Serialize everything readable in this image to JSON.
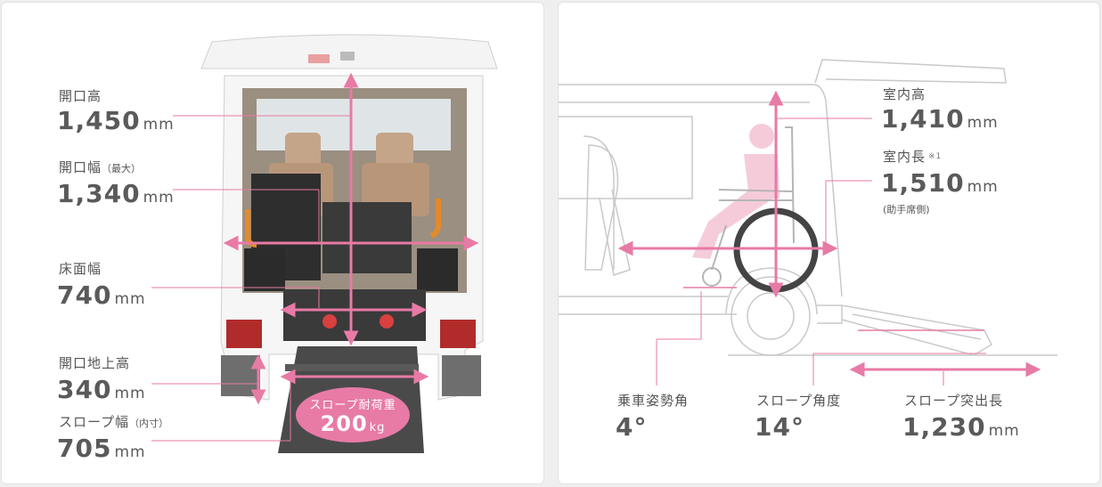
{
  "left": {
    "opening_height": {
      "label": "開口高",
      "value": "1,450",
      "unit": "mm"
    },
    "opening_width": {
      "label": "開口幅",
      "sub": "（最大）",
      "value": "1,340",
      "unit": "mm"
    },
    "floor_width": {
      "label": "床面幅",
      "value": "740",
      "unit": "mm"
    },
    "opening_ground_height": {
      "label": "開口地上高",
      "value": "340",
      "unit": "mm"
    },
    "slope_width": {
      "label": "スロープ幅",
      "sub": "（内寸）",
      "value": "705",
      "unit": "mm"
    },
    "slope_load": {
      "label": "スロープ耐荷重",
      "value": "200",
      "unit": "kg"
    }
  },
  "right": {
    "interior_height": {
      "label": "室内高",
      "value": "1,410",
      "unit": "mm"
    },
    "interior_length": {
      "label": "室内長",
      "note_mark": "※1",
      "value": "1,510",
      "unit": "mm",
      "note": "(助手席側)"
    },
    "riding_angle": {
      "label": "乗車姿勢角",
      "value": "4°"
    },
    "slope_angle": {
      "label": "スロープ角度",
      "value": "14°"
    },
    "slope_extension": {
      "label": "スロープ突出長",
      "value": "1,230",
      "unit": "mm"
    }
  },
  "colors": {
    "accent": "#e87aa6",
    "text": "#555555"
  }
}
